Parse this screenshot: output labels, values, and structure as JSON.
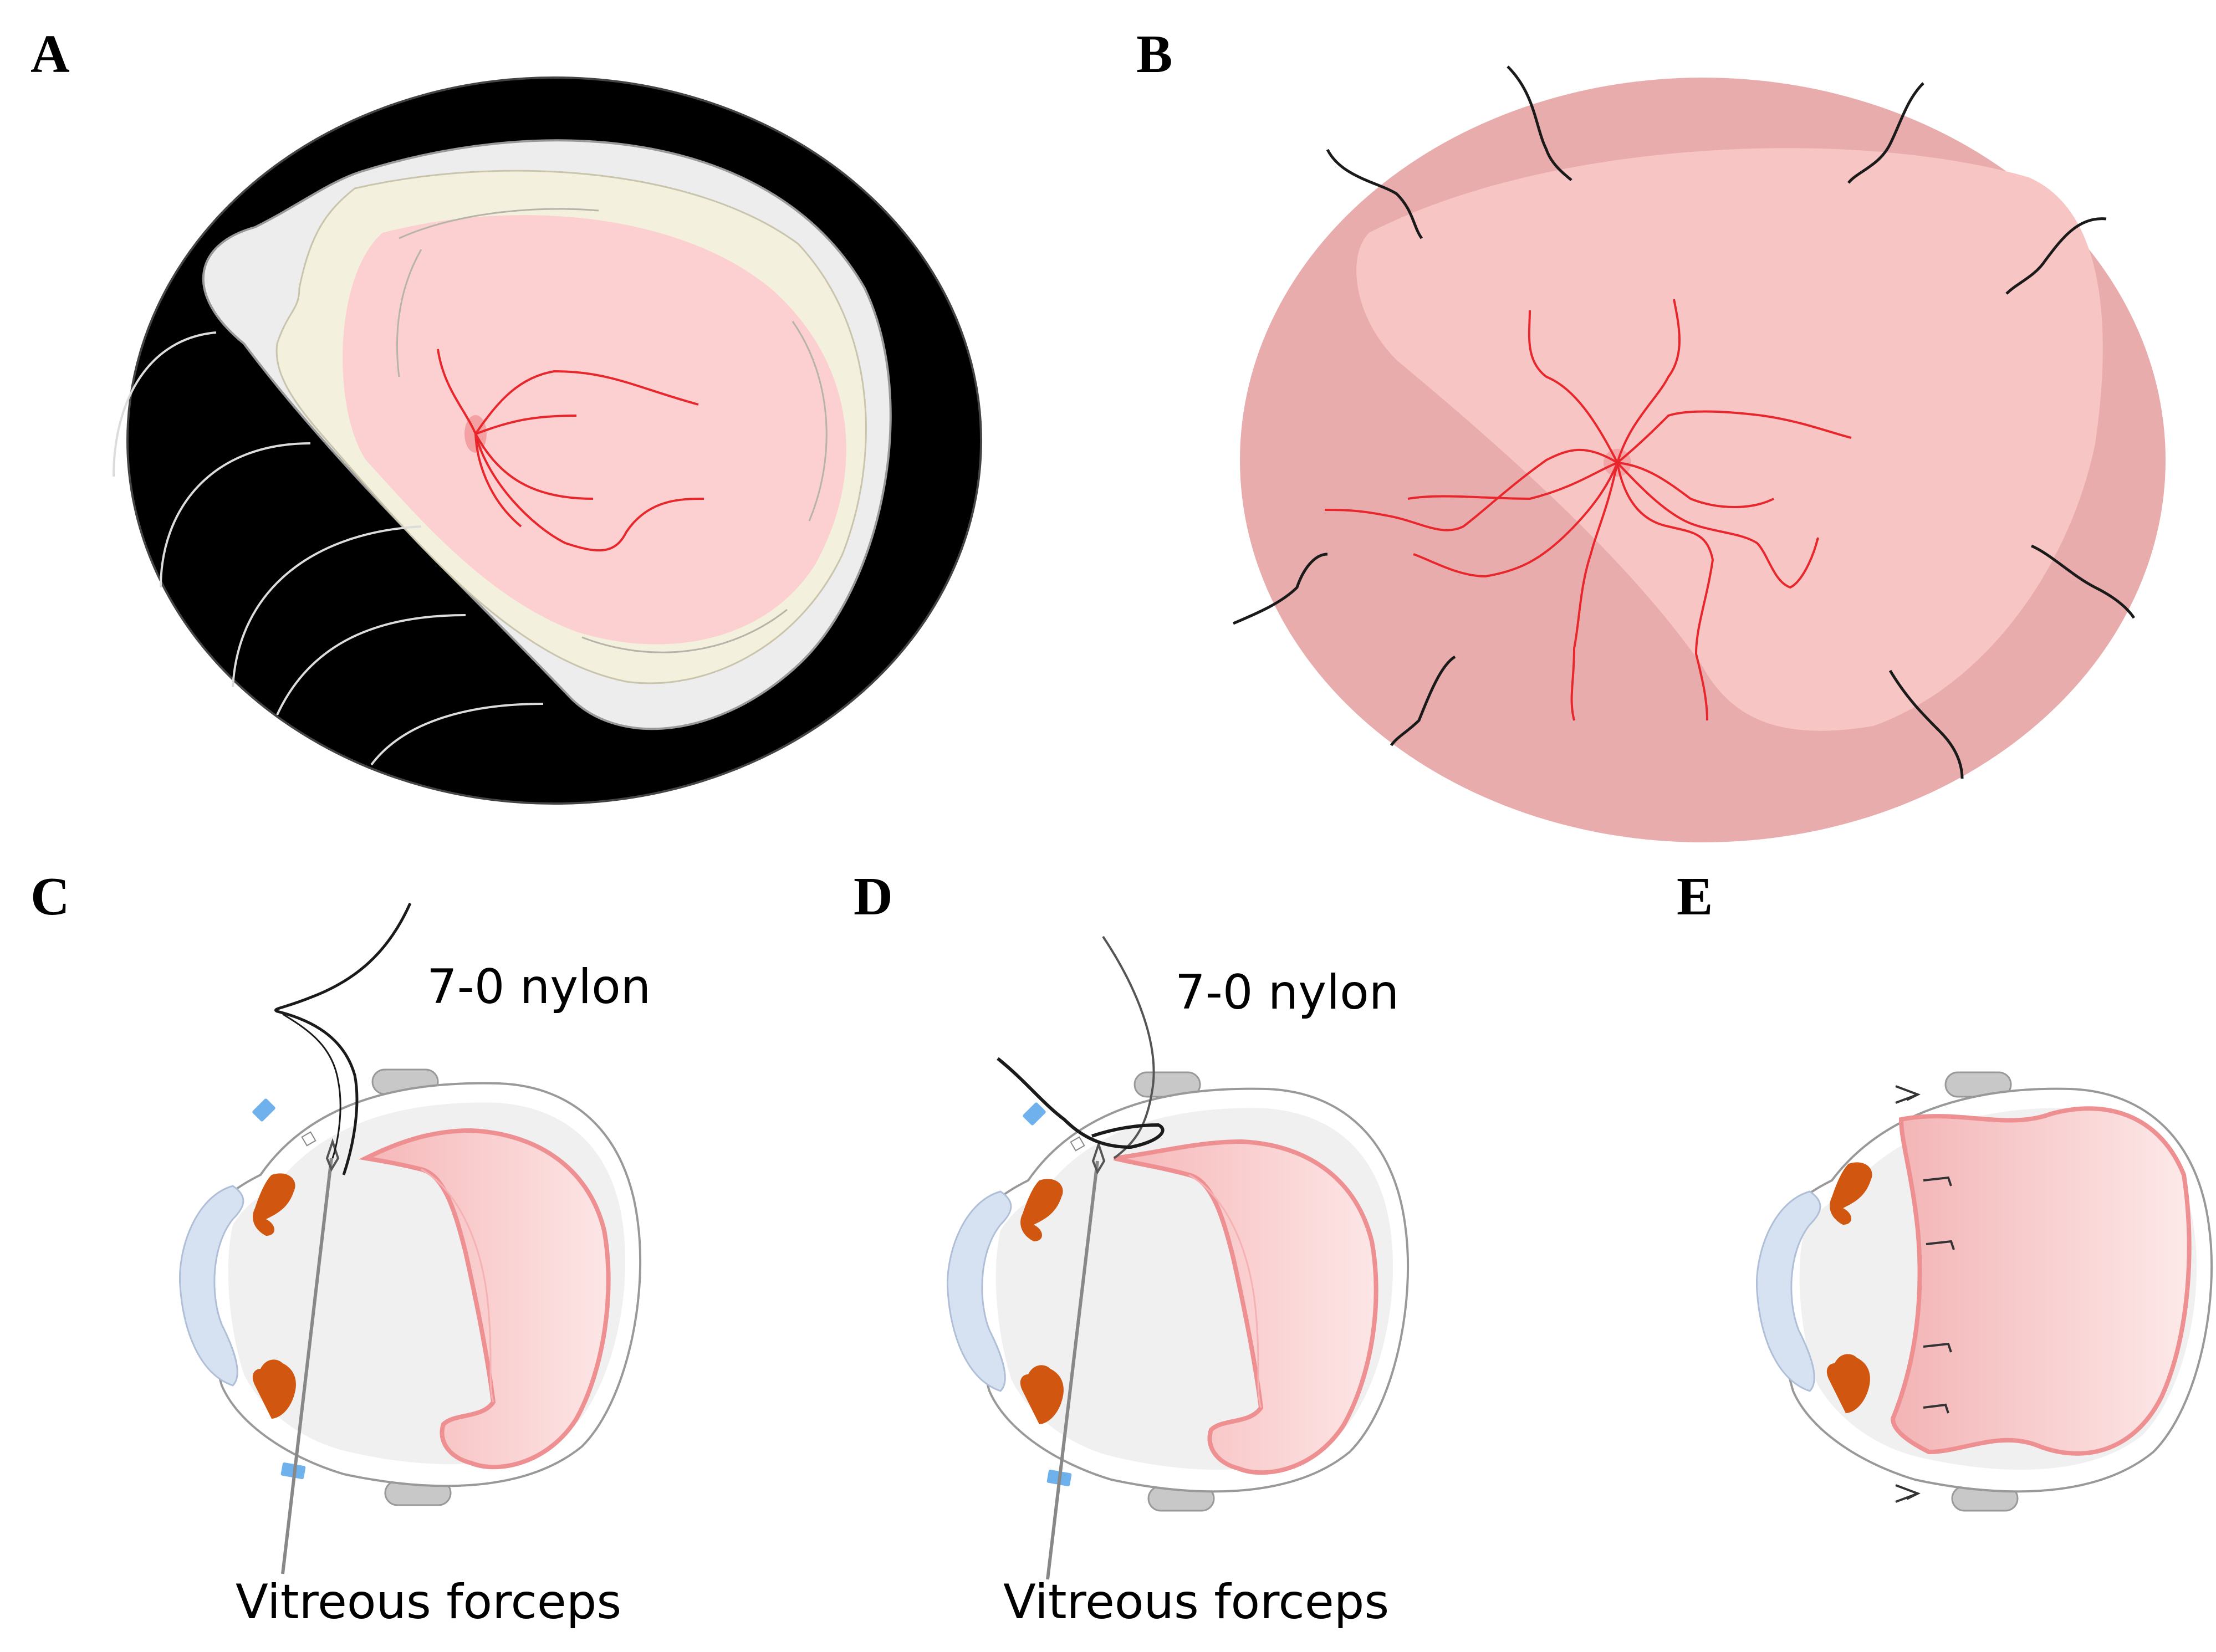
{
  "panels": {
    "a": {
      "letter": "A"
    },
    "b": {
      "letter": "B"
    },
    "c": {
      "letter": "C",
      "suture_label": "7-0 nylon",
      "forceps_label": "Vitreous forceps"
    },
    "d": {
      "letter": "D",
      "suture_label": "7-0 nylon",
      "forceps_label": "Vitreous forceps"
    },
    "e": {
      "letter": "E"
    }
  },
  "colors": {
    "background": "#ffffff",
    "vitreous_cavity": "#f0f0f0",
    "retina": "#fccfcf",
    "retina_dark": "#e9aaaa",
    "retina_edge": "#ee8f92",
    "vessel": "#e8262b",
    "suture": "#1a1a1a",
    "cornea": "#d6e1f2",
    "iris": "#d1560f",
    "trocar": "#6fb1ec",
    "band": "#c8c8c8",
    "fundus_background": "#000000"
  }
}
